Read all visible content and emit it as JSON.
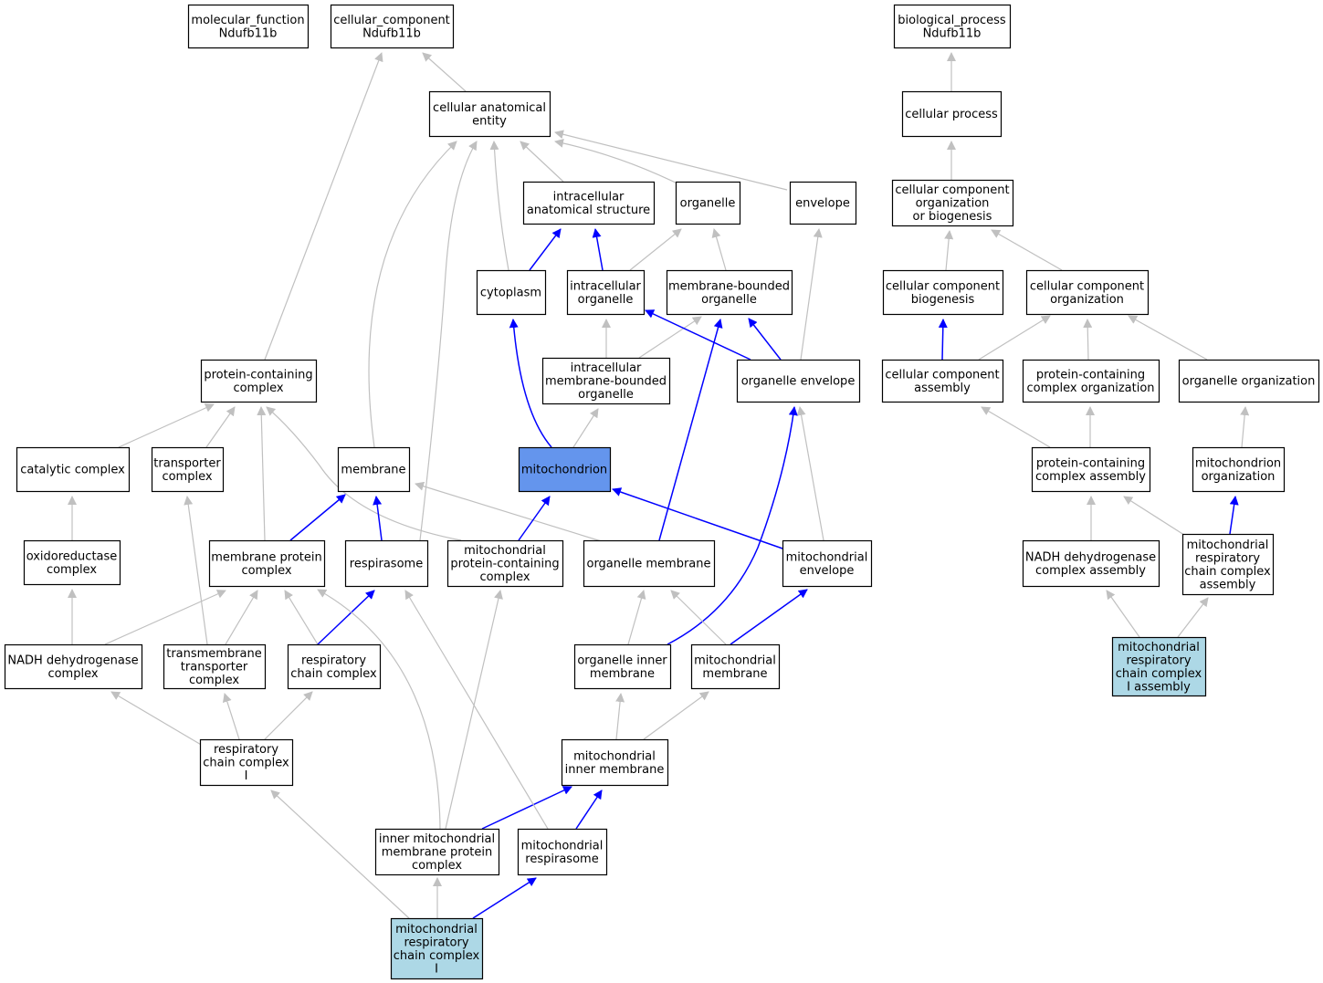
{
  "colors": {
    "edge_is_a": "#c0c0c0",
    "edge_part_of": "#0000ff",
    "node_default": "#ffffff",
    "node_selected": "#6495ed",
    "node_annotated": "#add8e6",
    "border": "#000000"
  },
  "nodes": [
    {
      "id": "mf",
      "lines": [
        "molecular_function",
        "Ndufb11b"
      ],
      "fill": "white"
    },
    {
      "id": "cc",
      "lines": [
        "cellular_component",
        "Ndufb11b"
      ],
      "fill": "white"
    },
    {
      "id": "bp",
      "lines": [
        "biological_process",
        "Ndufb11b"
      ],
      "fill": "white"
    },
    {
      "id": "cae",
      "lines": [
        "cellular anatomical",
        "entity"
      ],
      "fill": "white"
    },
    {
      "id": "cp",
      "lines": [
        "cellular process"
      ],
      "fill": "white"
    },
    {
      "id": "ias",
      "lines": [
        "intracellular",
        "anatomical structure"
      ],
      "fill": "white"
    },
    {
      "id": "org",
      "lines": [
        "organelle"
      ],
      "fill": "white"
    },
    {
      "id": "env",
      "lines": [
        "envelope"
      ],
      "fill": "white"
    },
    {
      "id": "ccob",
      "lines": [
        "cellular component",
        "organization",
        "or biogenesis"
      ],
      "fill": "white"
    },
    {
      "id": "cyto",
      "lines": [
        "cytoplasm"
      ],
      "fill": "white"
    },
    {
      "id": "io",
      "lines": [
        "intracellular",
        "organelle"
      ],
      "fill": "white"
    },
    {
      "id": "mbo",
      "lines": [
        "membrane-bounded",
        "organelle"
      ],
      "fill": "white"
    },
    {
      "id": "ccb",
      "lines": [
        "cellular component",
        "biogenesis"
      ],
      "fill": "white"
    },
    {
      "id": "cco",
      "lines": [
        "cellular component",
        "organization"
      ],
      "fill": "white"
    },
    {
      "id": "pcc",
      "lines": [
        "protein-containing",
        "complex"
      ],
      "fill": "white"
    },
    {
      "id": "imbo",
      "lines": [
        "intracellular",
        "membrane-bounded",
        "organelle"
      ],
      "fill": "white"
    },
    {
      "id": "oe",
      "lines": [
        "organelle envelope"
      ],
      "fill": "white"
    },
    {
      "id": "cca",
      "lines": [
        "cellular component",
        "assembly"
      ],
      "fill": "white"
    },
    {
      "id": "pco",
      "lines": [
        "protein-containing",
        "complex organization"
      ],
      "fill": "white"
    },
    {
      "id": "oo",
      "lines": [
        "organelle organization"
      ],
      "fill": "white"
    },
    {
      "id": "cat",
      "lines": [
        "catalytic complex"
      ],
      "fill": "white"
    },
    {
      "id": "tc",
      "lines": [
        "transporter",
        "complex"
      ],
      "fill": "white"
    },
    {
      "id": "mem",
      "lines": [
        "membrane"
      ],
      "fill": "white"
    },
    {
      "id": "mito",
      "lines": [
        "mitochondrion"
      ],
      "fill": "selected"
    },
    {
      "id": "pca",
      "lines": [
        "protein-containing",
        "complex assembly"
      ],
      "fill": "white"
    },
    {
      "id": "mo",
      "lines": [
        "mitochondrion",
        "organization"
      ],
      "fill": "white"
    },
    {
      "id": "oxc",
      "lines": [
        "oxidoreductase",
        "complex"
      ],
      "fill": "white"
    },
    {
      "id": "mpc",
      "lines": [
        "membrane protein",
        "complex"
      ],
      "fill": "white"
    },
    {
      "id": "resp",
      "lines": [
        "respirasome"
      ],
      "fill": "white"
    },
    {
      "id": "mpcc",
      "lines": [
        "mitochondrial",
        "protein-containing",
        "complex"
      ],
      "fill": "white"
    },
    {
      "id": "om",
      "lines": [
        "organelle membrane"
      ],
      "fill": "white"
    },
    {
      "id": "me",
      "lines": [
        "mitochondrial",
        "envelope"
      ],
      "fill": "white"
    },
    {
      "id": "ndhca",
      "lines": [
        "NADH dehydrogenase",
        "complex assembly"
      ],
      "fill": "white"
    },
    {
      "id": "mrcca",
      "lines": [
        "mitochondrial",
        "respiratory",
        "chain complex",
        "assembly"
      ],
      "fill": "white"
    },
    {
      "id": "ndhc",
      "lines": [
        "NADH dehydrogenase",
        "complex"
      ],
      "fill": "white"
    },
    {
      "id": "ttc",
      "lines": [
        "transmembrane",
        "transporter",
        "complex"
      ],
      "fill": "white"
    },
    {
      "id": "rcc",
      "lines": [
        "respiratory",
        "chain complex"
      ],
      "fill": "white"
    },
    {
      "id": "oim",
      "lines": [
        "organelle inner",
        "membrane"
      ],
      "fill": "white"
    },
    {
      "id": "mm",
      "lines": [
        "mitochondrial",
        "membrane"
      ],
      "fill": "white"
    },
    {
      "id": "mrcc1a",
      "lines": [
        "mitochondrial",
        "respiratory",
        "chain complex",
        "I assembly"
      ],
      "fill": "annotated"
    },
    {
      "id": "rcc1",
      "lines": [
        "respiratory",
        "chain complex",
        "I"
      ],
      "fill": "white"
    },
    {
      "id": "mim",
      "lines": [
        "mitochondrial",
        "inner membrane"
      ],
      "fill": "white"
    },
    {
      "id": "impc",
      "lines": [
        "inner mitochondrial",
        "membrane protein",
        "complex"
      ],
      "fill": "white"
    },
    {
      "id": "mresp",
      "lines": [
        "mitochondrial",
        "respirasome"
      ],
      "fill": "white"
    },
    {
      "id": "mrcc1",
      "lines": [
        "mitochondrial",
        "respiratory",
        "chain complex",
        "I"
      ],
      "fill": "annotated"
    }
  ],
  "edges": [
    {
      "from": "cae",
      "to": "cc",
      "type": "is_a"
    },
    {
      "from": "pcc",
      "to": "cc",
      "type": "is_a"
    },
    {
      "from": "cp",
      "to": "bp",
      "type": "is_a"
    },
    {
      "from": "ccob",
      "to": "cp",
      "type": "is_a"
    },
    {
      "from": "ias",
      "to": "cae",
      "type": "is_a"
    },
    {
      "from": "org",
      "to": "cae",
      "type": "is_a"
    },
    {
      "from": "env",
      "to": "cae",
      "type": "is_a"
    },
    {
      "from": "cyto",
      "to": "cae",
      "type": "is_a"
    },
    {
      "from": "mem",
      "to": "cae",
      "type": "is_a"
    },
    {
      "from": "resp",
      "to": "cae",
      "type": "is_a"
    },
    {
      "from": "cyto",
      "to": "ias",
      "type": "part_of"
    },
    {
      "from": "io",
      "to": "ias",
      "type": "part_of"
    },
    {
      "from": "io",
      "to": "org",
      "type": "is_a"
    },
    {
      "from": "mbo",
      "to": "org",
      "type": "is_a"
    },
    {
      "from": "oe",
      "to": "env",
      "type": "is_a"
    },
    {
      "from": "ccb",
      "to": "ccob",
      "type": "is_a"
    },
    {
      "from": "cco",
      "to": "ccob",
      "type": "is_a"
    },
    {
      "from": "imbo",
      "to": "io",
      "type": "is_a"
    },
    {
      "from": "imbo",
      "to": "mbo",
      "type": "is_a"
    },
    {
      "from": "oe",
      "to": "io",
      "type": "part_of"
    },
    {
      "from": "oe",
      "to": "mbo",
      "type": "part_of"
    },
    {
      "from": "cca",
      "to": "ccb",
      "type": "part_of"
    },
    {
      "from": "cca",
      "to": "cco",
      "type": "is_a"
    },
    {
      "from": "pco",
      "to": "cco",
      "type": "is_a"
    },
    {
      "from": "oo",
      "to": "cco",
      "type": "is_a"
    },
    {
      "from": "mito",
      "to": "cyto",
      "type": "part_of"
    },
    {
      "from": "mito",
      "to": "imbo",
      "type": "is_a"
    },
    {
      "from": "om",
      "to": "mbo",
      "type": "part_of"
    },
    {
      "from": "cat",
      "to": "pcc",
      "type": "is_a"
    },
    {
      "from": "tc",
      "to": "pcc",
      "type": "is_a"
    },
    {
      "from": "mpc",
      "to": "pcc",
      "type": "is_a"
    },
    {
      "from": "mpcc",
      "to": "pcc",
      "type": "is_a"
    },
    {
      "from": "pca",
      "to": "cca",
      "type": "is_a"
    },
    {
      "from": "pca",
      "to": "pco",
      "type": "is_a"
    },
    {
      "from": "mo",
      "to": "oo",
      "type": "is_a"
    },
    {
      "from": "oxc",
      "to": "cat",
      "type": "is_a"
    },
    {
      "from": "mpc",
      "to": "mem",
      "type": "part_of"
    },
    {
      "from": "resp",
      "to": "mem",
      "type": "part_of"
    },
    {
      "from": "om",
      "to": "mem",
      "type": "is_a"
    },
    {
      "from": "mpcc",
      "to": "mito",
      "type": "part_of"
    },
    {
      "from": "me",
      "to": "mito",
      "type": "part_of"
    },
    {
      "from": "me",
      "to": "oe",
      "type": "is_a"
    },
    {
      "from": "oim",
      "to": "oe",
      "type": "part_of"
    },
    {
      "from": "ndhca",
      "to": "pca",
      "type": "is_a"
    },
    {
      "from": "mrcca",
      "to": "pca",
      "type": "is_a"
    },
    {
      "from": "mrcca",
      "to": "mo",
      "type": "part_of"
    },
    {
      "from": "ndhc",
      "to": "oxc",
      "type": "is_a"
    },
    {
      "from": "ndhc",
      "to": "mpc",
      "type": "is_a"
    },
    {
      "from": "ttc",
      "to": "mpc",
      "type": "is_a"
    },
    {
      "from": "ttc",
      "to": "tc",
      "type": "is_a"
    },
    {
      "from": "rcc",
      "to": "mpc",
      "type": "is_a"
    },
    {
      "from": "rcc",
      "to": "resp",
      "type": "part_of"
    },
    {
      "from": "oim",
      "to": "om",
      "type": "is_a"
    },
    {
      "from": "mm",
      "to": "om",
      "type": "is_a"
    },
    {
      "from": "mm",
      "to": "me",
      "type": "part_of"
    },
    {
      "from": "mrcc1a",
      "to": "ndhca",
      "type": "is_a"
    },
    {
      "from": "mrcc1a",
      "to": "mrcca",
      "type": "is_a"
    },
    {
      "from": "rcc1",
      "to": "ndhc",
      "type": "is_a"
    },
    {
      "from": "rcc1",
      "to": "ttc",
      "type": "is_a"
    },
    {
      "from": "rcc1",
      "to": "rcc",
      "type": "is_a"
    },
    {
      "from": "mim",
      "to": "oim",
      "type": "is_a"
    },
    {
      "from": "mim",
      "to": "mm",
      "type": "is_a"
    },
    {
      "from": "impc",
      "to": "mpc",
      "type": "is_a"
    },
    {
      "from": "impc",
      "to": "mpcc",
      "type": "is_a"
    },
    {
      "from": "impc",
      "to": "mim",
      "type": "part_of"
    },
    {
      "from": "mresp",
      "to": "resp",
      "type": "is_a"
    },
    {
      "from": "mresp",
      "to": "mim",
      "type": "part_of"
    },
    {
      "from": "mrcc1",
      "to": "rcc1",
      "type": "is_a"
    },
    {
      "from": "mrcc1",
      "to": "impc",
      "type": "is_a"
    },
    {
      "from": "mrcc1",
      "to": "mresp",
      "type": "part_of"
    }
  ]
}
